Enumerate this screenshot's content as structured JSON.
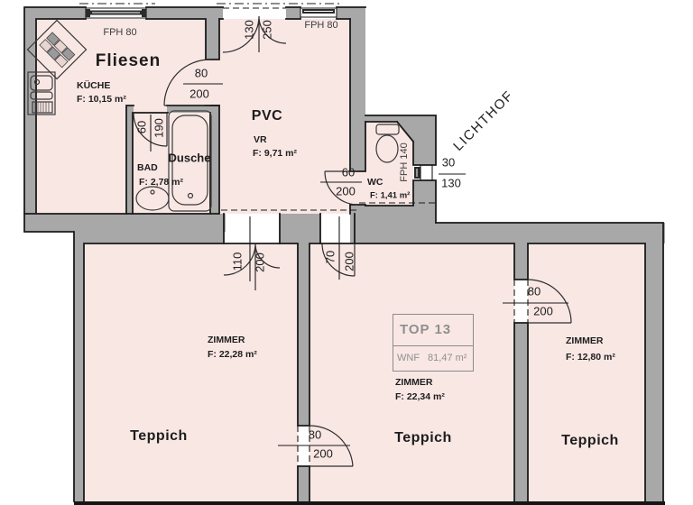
{
  "colors": {
    "room_fill": "#f9e7e4",
    "wall_fill": "#a8a8a8",
    "line": "#1b1b1b",
    "muted": "#8f8f8f"
  },
  "areas": {
    "lichthof": "LICHTHOF",
    "kueche": {
      "floor": "Fliesen",
      "name": "KÜCHE",
      "area": "F: 10,15 m²"
    },
    "vr": {
      "floor": "PVC",
      "name": "VR",
      "area": "F: 9,71 m²"
    },
    "bad": {
      "name": "BAD",
      "area": "F: 2,78 m²",
      "fixture": "Dusche"
    },
    "wc": {
      "name": "WC",
      "area": "F: 1,41 m²"
    },
    "zimmer_links": {
      "name": "ZIMMER",
      "area": "F: 22,28 m²",
      "floor": "Teppich"
    },
    "zimmer_mitte": {
      "name": "ZIMMER",
      "area": "F: 22,34 m²",
      "floor": "Teppich"
    },
    "zimmer_rechts": {
      "name": "ZIMMER",
      "area": "F: 12,80 m²",
      "floor": "Teppich"
    }
  },
  "unit": {
    "top": "TOP 13",
    "wnf_label": "WNF",
    "wnf_value": "81,47 m²"
  },
  "windows": {
    "fenster_kueche": "FPH 80",
    "fenster_vr": "FPH 80",
    "fenster_wc_hoehe": "FPH 140",
    "fenster_wc": {
      "w": "30",
      "h": "130"
    }
  },
  "doors": {
    "eingang": {
      "w": "130",
      "h": "250"
    },
    "kueche": {
      "w": "80",
      "h": "200"
    },
    "bad": {
      "w": "60",
      "h": "190"
    },
    "wc": {
      "w": "60",
      "h": "200"
    },
    "zimmer_links": {
      "w": "110",
      "h": "200"
    },
    "zimmer_mitte": {
      "w": "70",
      "h": "200"
    },
    "zimmer_rechts": {
      "w": "80",
      "h": "200"
    },
    "verbindung": {
      "w": "80",
      "h": "200"
    }
  }
}
